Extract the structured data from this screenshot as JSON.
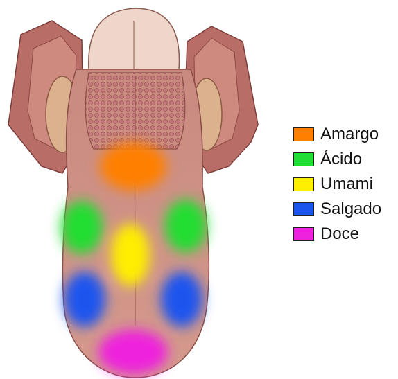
{
  "legend": {
    "items": [
      {
        "key": "amargo",
        "label": "Amargo",
        "color": "#ff8000"
      },
      {
        "key": "acido",
        "label": "Ácido",
        "color": "#22dd33"
      },
      {
        "key": "umami",
        "label": "Umami",
        "color": "#ffee00"
      },
      {
        "key": "salgado",
        "label": "Salgado",
        "color": "#1a55ee"
      },
      {
        "key": "doce",
        "label": "Doce",
        "color": "#ee22dd"
      }
    ]
  },
  "illustration": {
    "subject": "tongue-anatomy",
    "tissue_color": "#c98a80",
    "epiglottis_color": "#f0d8cc",
    "tonsil_color": "#d9b08c"
  }
}
